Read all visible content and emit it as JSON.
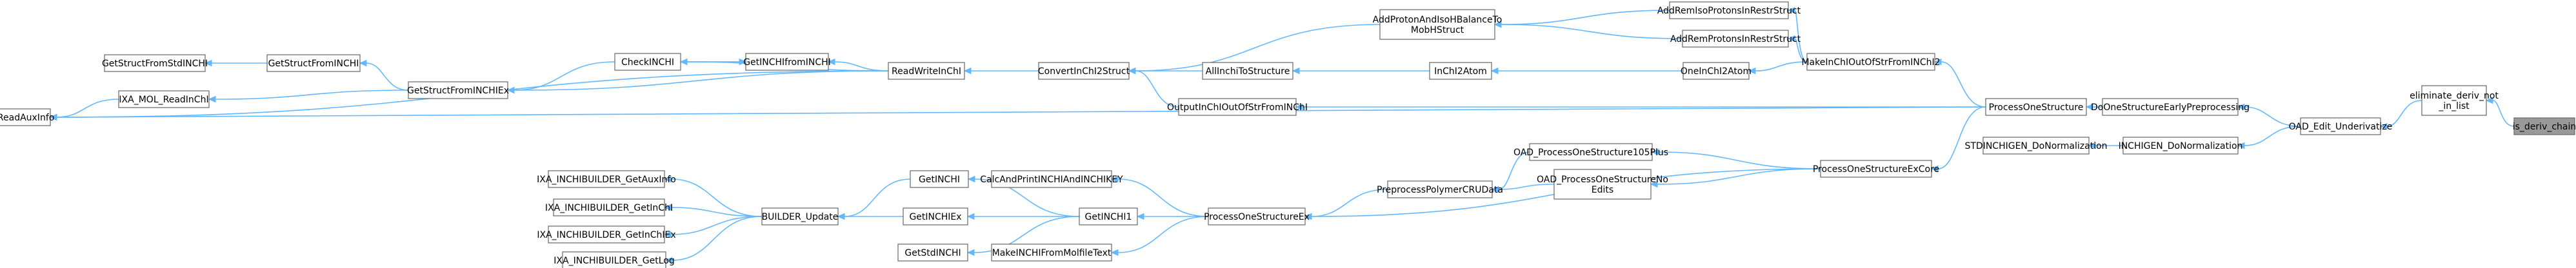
{
  "graph": {
    "nodes": [
      {
        "id": "is_deriv_chain",
        "lines": [
          "is_deriv_chain"
        ],
        "root": true
      },
      {
        "id": "eliminate_deriv_not_in_list",
        "lines": [
          "eliminate_deriv_not",
          "_in_list"
        ]
      },
      {
        "id": "OAD_Edit_Underivatize",
        "lines": [
          "OAD_Edit_Underivatize"
        ]
      },
      {
        "id": "DoOneStructureEarlyPreprocessing",
        "lines": [
          "DoOneStructureEarlyPreprocessing"
        ]
      },
      {
        "id": "INCHIGEN_DoNormalization",
        "lines": [
          "INCHIGEN_DoNormalization"
        ]
      },
      {
        "id": "STDINCHIGEN_DoNormalization",
        "lines": [
          "STDINCHIGEN_DoNormalization"
        ]
      },
      {
        "id": "ProcessOneStructure",
        "lines": [
          "ProcessOneStructure"
        ]
      },
      {
        "id": "ProcessOneStructureExCore",
        "lines": [
          "ProcessOneStructureExCore"
        ]
      },
      {
        "id": "MakeInChIOutOfStrFromINChI2",
        "lines": [
          "MakeInChIOutOfStrFromINChI2"
        ]
      },
      {
        "id": "OutputInChIOutOfStrFromINChI",
        "lines": [
          "OutputInChIOutOfStrFromINChI"
        ]
      },
      {
        "id": "AddRemIsoProtonsInRestrStruct",
        "lines": [
          "AddRemIsoProtonsInRestrStruct"
        ]
      },
      {
        "id": "AddRemProtonsInRestrStruct",
        "lines": [
          "AddRemProtonsInRestrStruct"
        ]
      },
      {
        "id": "OneInChI2Atom",
        "lines": [
          "OneInChI2Atom"
        ]
      },
      {
        "id": "AddProtonAndIsoHBalanceToMobHStruct",
        "lines": [
          "AddProtonAndIsoHBalanceTo",
          "MobHStruct"
        ]
      },
      {
        "id": "InChI2Atom",
        "lines": [
          "InChI2Atom"
        ]
      },
      {
        "id": "AllInchiToStructure",
        "lines": [
          "AllInchiToStructure"
        ]
      },
      {
        "id": "ConvertInChI2Struct",
        "lines": [
          "ConvertInChI2Struct"
        ]
      },
      {
        "id": "ReadWriteInChI",
        "lines": [
          "ReadWriteInChI"
        ]
      },
      {
        "id": "GetINCHIfromINCHI",
        "lines": [
          "GetINCHIfromINCHI"
        ]
      },
      {
        "id": "CheckINCHI",
        "lines": [
          "CheckINCHI"
        ]
      },
      {
        "id": "GetStructFromINCHIEx",
        "lines": [
          "GetStructFromINCHIEx"
        ]
      },
      {
        "id": "GetStructFromINCHI",
        "lines": [
          "GetStructFromINCHI"
        ]
      },
      {
        "id": "GetStructFromStdINCHI",
        "lines": [
          "GetStructFromStdINCHI"
        ]
      },
      {
        "id": "IXA_MOL_ReadInChI",
        "lines": [
          "IXA_MOL_ReadInChI"
        ]
      },
      {
        "id": "IXA_MOL_ReadAuxInfo",
        "lines": [
          "IXA_MOL_ReadAuxInfo"
        ]
      },
      {
        "id": "OAD_ProcessOneStructure105Plus",
        "lines": [
          "OAD_ProcessOneStructure105Plus"
        ]
      },
      {
        "id": "OAD_ProcessOneStructureNoEdits",
        "lines": [
          "OAD_ProcessOneStructureNo",
          "Edits"
        ]
      },
      {
        "id": "PreprocessPolymerCRUData",
        "lines": [
          "PreprocessPolymerCRUData"
        ]
      },
      {
        "id": "ProcessOneStructureEx",
        "lines": [
          "ProcessOneStructureEx"
        ]
      },
      {
        "id": "CalcAndPrintINCHIAndINCHIKEY",
        "lines": [
          "CalcAndPrintINCHIAndINCHIKEY"
        ]
      },
      {
        "id": "GetINCHI1",
        "lines": [
          "GetINCHI1"
        ]
      },
      {
        "id": "MakeINCHIFromMolfileText",
        "lines": [
          "MakeINCHIFromMolfileText"
        ]
      },
      {
        "id": "GetINCHI",
        "lines": [
          "GetINCHI"
        ]
      },
      {
        "id": "GetINCHIEx",
        "lines": [
          "GetINCHIEx"
        ]
      },
      {
        "id": "GetStdINCHI",
        "lines": [
          "GetStdINCHI"
        ]
      },
      {
        "id": "BUILDER_Update",
        "lines": [
          "BUILDER_Update"
        ]
      },
      {
        "id": "IXA_INCHIBUILDER_GetAuxInfo",
        "lines": [
          "IXA_INCHIBUILDER_GetAuxInfo"
        ]
      },
      {
        "id": "IXA_INCHIBUILDER_GetInChI",
        "lines": [
          "IXA_INCHIBUILDER_GetInChI"
        ]
      },
      {
        "id": "IXA_INCHIBUILDER_GetInChIEx",
        "lines": [
          "IXA_INCHIBUILDER_GetInChIEx"
        ]
      },
      {
        "id": "IXA_INCHIBUILDER_GetLog",
        "lines": [
          "IXA_INCHIBUILDER_GetLog"
        ]
      }
    ],
    "edges": [
      {
        "from": "eliminate_deriv_not_in_list",
        "to": "is_deriv_chain"
      },
      {
        "from": "OAD_Edit_Underivatize",
        "to": "eliminate_deriv_not_in_list"
      },
      {
        "from": "DoOneStructureEarlyPreprocessing",
        "to": "OAD_Edit_Underivatize"
      },
      {
        "from": "INCHIGEN_DoNormalization",
        "to": "OAD_Edit_Underivatize"
      },
      {
        "from": "STDINCHIGEN_DoNormalization",
        "to": "INCHIGEN_DoNormalization"
      },
      {
        "from": "ProcessOneStructure",
        "to": "DoOneStructureEarlyPreprocessing"
      },
      {
        "from": "ProcessOneStructureExCore",
        "to": "ProcessOneStructure"
      },
      {
        "from": "MakeInChIOutOfStrFromINChI2",
        "to": "ProcessOneStructure"
      },
      {
        "from": "OutputInChIOutOfStrFromINChI",
        "to": "ProcessOneStructure"
      },
      {
        "from": "IXA_MOL_ReadAuxInfo",
        "to": "ProcessOneStructure"
      },
      {
        "from": "AddRemIsoProtonsInRestrStruct",
        "to": "MakeInChIOutOfStrFromINChI2"
      },
      {
        "from": "AddRemProtonsInRestrStruct",
        "to": "MakeInChIOutOfStrFromINChI2"
      },
      {
        "from": "OneInChI2Atom",
        "to": "MakeInChIOutOfStrFromINChI2"
      },
      {
        "from": "AddProtonAndIsoHBalanceToMobHStruct",
        "to": "AddRemIsoProtonsInRestrStruct"
      },
      {
        "from": "AddProtonAndIsoHBalanceToMobHStruct",
        "to": "AddRemProtonsInRestrStruct"
      },
      {
        "from": "InChI2Atom",
        "to": "OneInChI2Atom"
      },
      {
        "from": "AllInchiToStructure",
        "to": "InChI2Atom"
      },
      {
        "from": "ConvertInChI2Struct",
        "to": "AddProtonAndIsoHBalanceToMobHStruct"
      },
      {
        "from": "ConvertInChI2Struct",
        "to": "AllInchiToStructure"
      },
      {
        "from": "ConvertInChI2Struct",
        "to": "OutputInChIOutOfStrFromINChI"
      },
      {
        "from": "ReadWriteInChI",
        "to": "ConvertInChI2Struct"
      },
      {
        "from": "GetINCHIfromINCHI",
        "to": "ReadWriteInChI"
      },
      {
        "from": "CheckINCHI",
        "to": "GetINCHIfromINCHI"
      },
      {
        "from": "GetINCHIfromINCHI",
        "to": "CheckINCHI"
      },
      {
        "from": "CheckINCHI",
        "to": "ReadWriteInChI"
      },
      {
        "from": "GetStructFromINCHIEx",
        "to": "CheckINCHI"
      },
      {
        "from": "GetStructFromINCHIEx",
        "to": "ReadWriteInChI"
      },
      {
        "from": "GetStructFromINCHI",
        "to": "GetStructFromINCHIEx"
      },
      {
        "from": "IXA_MOL_ReadInChI",
        "to": "GetStructFromINCHIEx"
      },
      {
        "from": "GetStructFromStdINCHI",
        "to": "GetStructFromINCHI"
      },
      {
        "from": "IXA_MOL_ReadAuxInfo",
        "to": "IXA_MOL_ReadInChI"
      },
      {
        "from": "IXA_MOL_ReadAuxInfo",
        "to": "ReadWriteInChI"
      },
      {
        "from": "OAD_ProcessOneStructure105Plus",
        "to": "ProcessOneStructureExCore"
      },
      {
        "from": "OAD_ProcessOneStructureNoEdits",
        "to": "ProcessOneStructureExCore"
      },
      {
        "from": "PreprocessPolymerCRUData",
        "to": "OAD_ProcessOneStructure105Plus"
      },
      {
        "from": "PreprocessPolymerCRUData",
        "to": "OAD_ProcessOneStructureNoEdits"
      },
      {
        "from": "ProcessOneStructureEx",
        "to": "PreprocessPolymerCRUData"
      },
      {
        "from": "ProcessOneStructureEx",
        "to": "ProcessOneStructureExCore"
      },
      {
        "from": "CalcAndPrintINCHIAndINCHIKEY",
        "to": "ProcessOneStructureEx"
      },
      {
        "from": "GetINCHI1",
        "to": "ProcessOneStructureEx"
      },
      {
        "from": "MakeINCHIFromMolfileText",
        "to": "ProcessOneStructureEx"
      },
      {
        "from": "GetINCHI",
        "to": "GetINCHI1"
      },
      {
        "from": "GetINCHIEx",
        "to": "GetINCHI1"
      },
      {
        "from": "GetStdINCHI",
        "to": "GetINCHI1"
      },
      {
        "from": "BUILDER_Update",
        "to": "GetINCHI"
      },
      {
        "from": "BUILDER_Update",
        "to": "GetINCHIEx"
      },
      {
        "from": "IXA_INCHIBUILDER_GetAuxInfo",
        "to": "BUILDER_Update"
      },
      {
        "from": "IXA_INCHIBUILDER_GetInChI",
        "to": "BUILDER_Update"
      },
      {
        "from": "IXA_INCHIBUILDER_GetInChIEx",
        "to": "BUILDER_Update"
      },
      {
        "from": "IXA_INCHIBUILDER_GetLog",
        "to": "BUILDER_Update"
      }
    ]
  },
  "colors": {
    "edge": "#63b8ff",
    "node_border": "#666666",
    "node_fill": "#ffffff",
    "root_fill": "#999999"
  }
}
